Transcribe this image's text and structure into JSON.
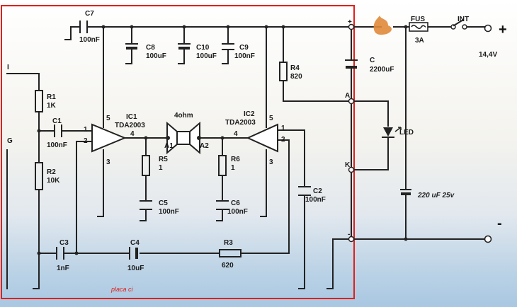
{
  "board_label": "placa ci",
  "supply": {
    "voltage": "14,4V",
    "plus": "+",
    "minus": "-",
    "fuse_label": "FUS",
    "fuse_value": "3A",
    "switch_label": "INT"
  },
  "inputs": {
    "i": "I",
    "g": "G"
  },
  "nodes": {
    "a": "A",
    "k": "K",
    "plus_mark": "+",
    "minus_mark": "-"
  },
  "components": {
    "r1": {
      "name": "R1",
      "value": "1K"
    },
    "r2": {
      "name": "R2",
      "value": "10K"
    },
    "r3": {
      "name": "R3",
      "value": "620"
    },
    "r4": {
      "name": "R4",
      "value": "820"
    },
    "r5": {
      "name": "R5",
      "value": "1"
    },
    "r6": {
      "name": "R6",
      "value": "1"
    },
    "c1": {
      "name": "C1",
      "value": "100nF"
    },
    "c2": {
      "name": "C2",
      "value": "100nF"
    },
    "c3": {
      "name": "C3",
      "value": "1nF"
    },
    "c4": {
      "name": "C4",
      "value": "10uF"
    },
    "c5": {
      "name": "C5",
      "value": "100nF"
    },
    "c6": {
      "name": "C6",
      "value": "100nF"
    },
    "c7": {
      "name": "C7",
      "value": "100nF"
    },
    "c8": {
      "name": "C8",
      "value": "100uF"
    },
    "c9": {
      "name": "C9",
      "value": "100nF"
    },
    "c10": {
      "name": "C10",
      "value": "100uF"
    },
    "c_main": {
      "name": "C",
      "value": "2200uF"
    },
    "c_led": {
      "value": "220 uF 25v"
    },
    "ic1": {
      "name": "IC1",
      "part": "TDA2003"
    },
    "ic2": {
      "name": "IC2",
      "part": "TDA2003"
    },
    "speaker": {
      "value": "4ohm",
      "a1": "A1",
      "a2": "A2"
    },
    "led": {
      "name": "LED"
    }
  },
  "pins": {
    "ic1_in": "1",
    "ic1_inv": "2",
    "ic1_vcc": "5",
    "ic1_gnd": "3",
    "ic1_out": "4",
    "ic2_in": "1",
    "ic2_inv": "2",
    "ic2_vcc": "5",
    "ic2_gnd": "3",
    "ic2_out": "4"
  },
  "colors": {
    "board_border": "#e0201a",
    "wire": "#222222",
    "fuse_blob": "#e08a3a"
  }
}
